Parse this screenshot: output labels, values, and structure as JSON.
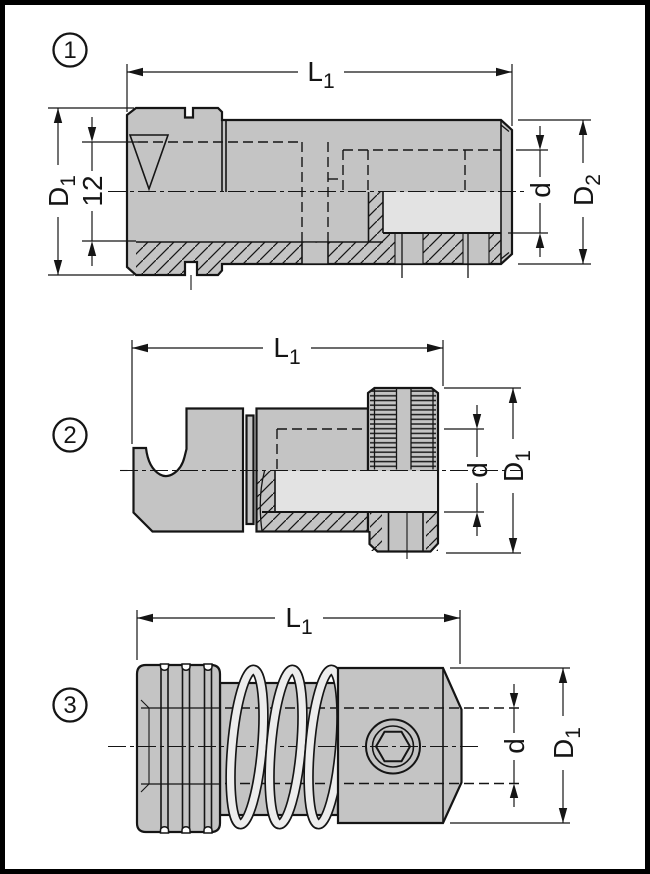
{
  "colors": {
    "background": "#ffffff",
    "border": "#000000",
    "line": "#151515",
    "body": "#c4c4c4",
    "bore": "#e3e3e3",
    "spring": "#ededed"
  },
  "figures": {
    "f1": {
      "badge": "1",
      "dims": {
        "length": {
          "main": "L",
          "sub": "1"
        },
        "outer_dia": {
          "main": "D",
          "sub": "1"
        },
        "flat_width": {
          "main": "12",
          "sub": ""
        },
        "bore_dia": {
          "main": "d",
          "sub": ""
        },
        "right_dia": {
          "main": "D",
          "sub": "2"
        }
      }
    },
    "f2": {
      "badge": "2",
      "dims": {
        "length": {
          "main": "L",
          "sub": "1"
        },
        "bore_dia": {
          "main": "d",
          "sub": ""
        },
        "outer_dia": {
          "main": "D",
          "sub": "1"
        }
      }
    },
    "f3": {
      "badge": "3",
      "dims": {
        "length": {
          "main": "L",
          "sub": "1"
        },
        "bore_dia": {
          "main": "d",
          "sub": ""
        },
        "outer_dia": {
          "main": "D",
          "sub": "1"
        }
      }
    }
  }
}
